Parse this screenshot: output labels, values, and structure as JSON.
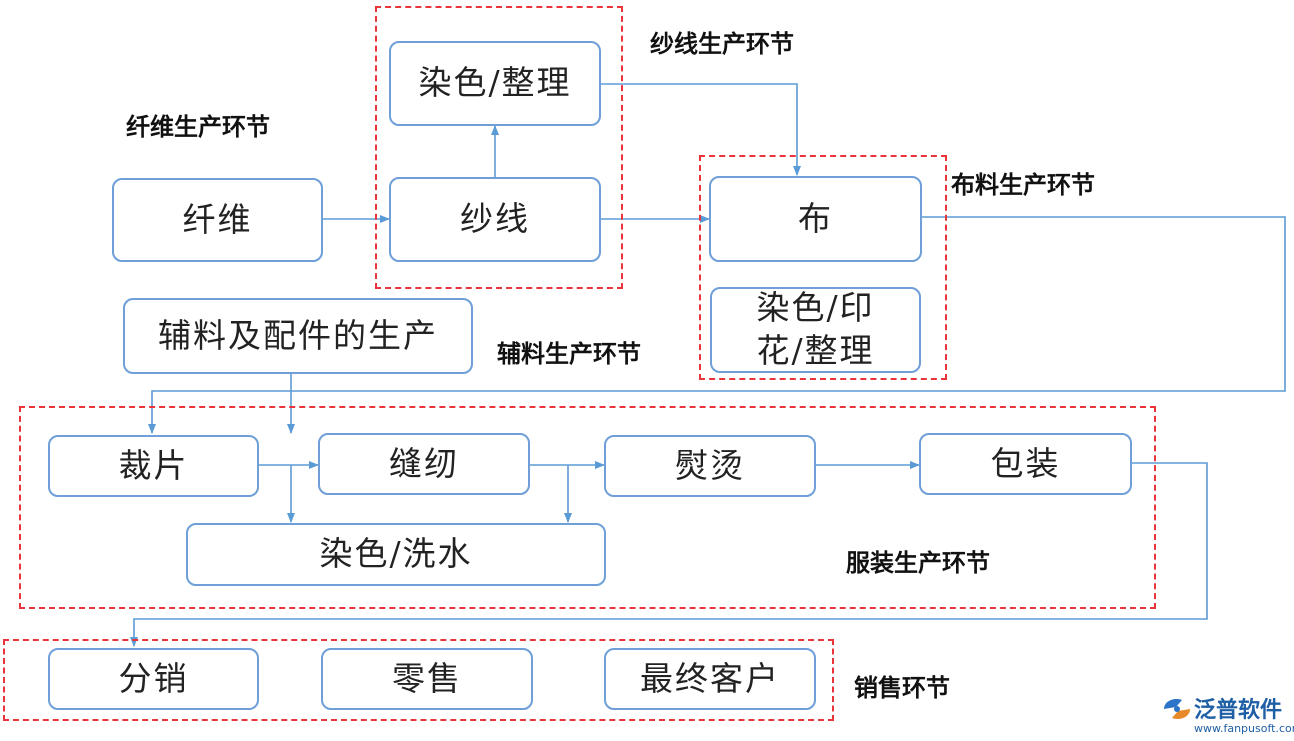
{
  "nodes": {
    "fiber": "纤维",
    "yarn": "纱线",
    "yarn_dye": "染色/整理",
    "cloth": "布",
    "cloth_dye": "染色/印花/整理",
    "accessory": "辅料及配件的生产",
    "cutting": "裁片",
    "sewing": "缝纫",
    "ironing": "熨烫",
    "packing": "包装",
    "garment_dye": "染色/洗水",
    "distribution": "分销",
    "retail": "零售",
    "customer": "最终客户"
  },
  "stages": {
    "fiber": "纤维生产环节",
    "yarn": "纱线生产环节",
    "fabric": "布料生产环节",
    "accessory": "辅料生产环节",
    "garment": "服装生产环节",
    "sales": "销售环节"
  },
  "watermark": {
    "name": "泛普软件",
    "url": "www.fanpusoft.com"
  },
  "colors": {
    "node_border": "#6f9fd8",
    "arrow": "#5b9bd5",
    "group_border": "#e8343a"
  }
}
